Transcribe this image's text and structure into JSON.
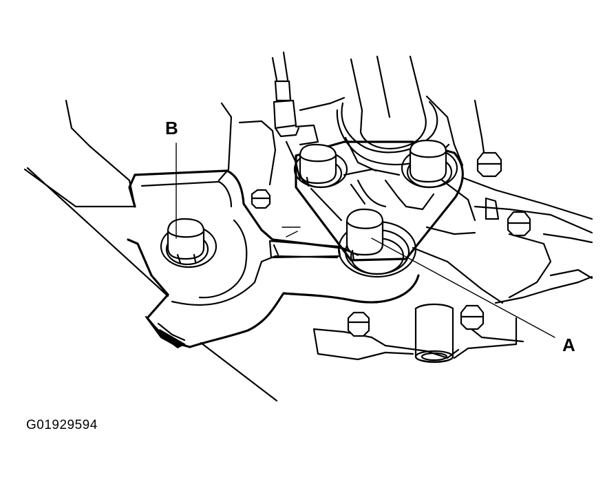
{
  "callouts": {
    "a": "A",
    "b": "B"
  },
  "figure_code": "G01929594",
  "colors": {
    "ink": "#000000",
    "paper": "#ffffff"
  }
}
